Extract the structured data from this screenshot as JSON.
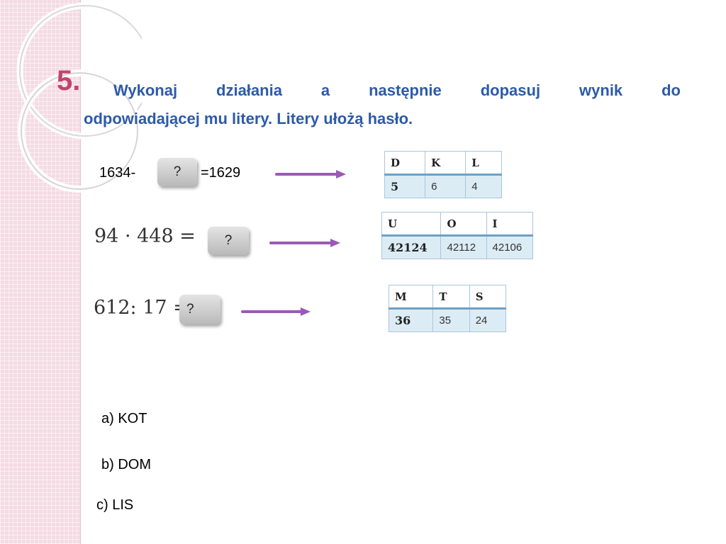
{
  "task": {
    "number": "5.",
    "line1": "Wykonaj działania a następnie dopasuj wynik do",
    "line2": "odpowiadającej mu litery. Litery ułożą hasło."
  },
  "exercises": [
    {
      "left": "1634-",
      "right": "=1629",
      "answer_placeholder": "?",
      "table": {
        "letters": [
          "D",
          "K",
          "L"
        ],
        "values": [
          "5",
          "6",
          "4"
        ]
      }
    },
    {
      "expression": "94 · 448 =",
      "answer_placeholder": "?",
      "table": {
        "letters": [
          "U",
          "O",
          "I"
        ],
        "values": [
          "42124",
          "42112",
          "42106"
        ]
      }
    },
    {
      "expression": "612: 17 =",
      "answer_placeholder": "?",
      "table": {
        "letters": [
          "M",
          "T",
          "S"
        ],
        "values": [
          "36",
          "35",
          "24"
        ]
      }
    }
  ],
  "answers": [
    "a) KOT",
    "b) DOM",
    "c) LIS"
  ],
  "colors": {
    "number": "#c0456f",
    "instruction": "#2d5aa8",
    "arrow": "#9b59b6",
    "side_strip": "#f4dbe4"
  }
}
